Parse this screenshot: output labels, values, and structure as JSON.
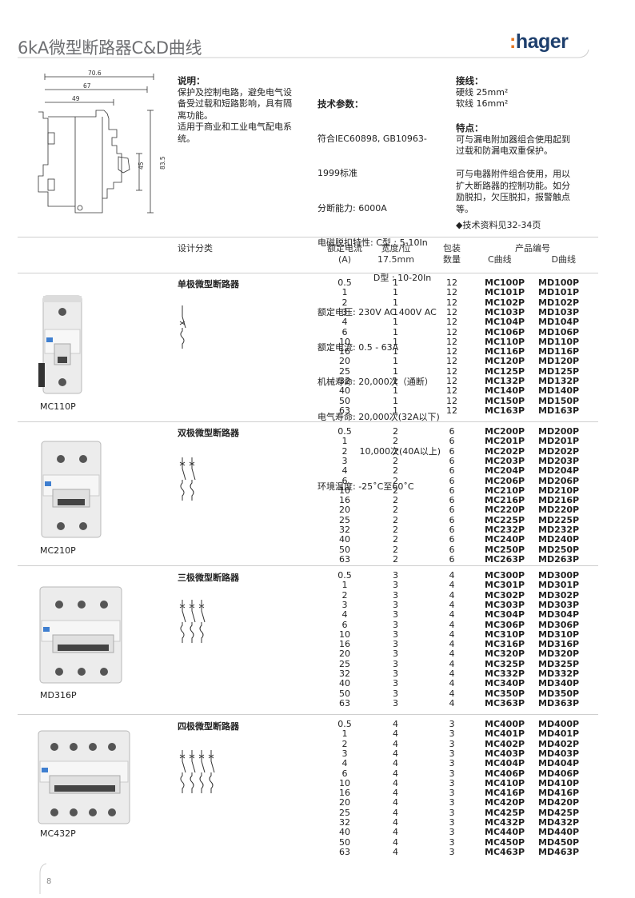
{
  "page": {
    "title": "6kA微型断路器C&D曲线",
    "logo": ":hager",
    "number": "8"
  },
  "dims": {
    "w706": "70.6",
    "w67": "67",
    "w49": "49",
    "h45": "45",
    "h835": "83.5"
  },
  "desc": {
    "heading": "说明：",
    "lines": [
      "保护及控制电路，避免电气设",
      "备受过载和短路影响，具有隔",
      "离功能。",
      "适用于商业和工业电气配电系",
      "统。"
    ]
  },
  "tech": {
    "heading": "技术参数：",
    "lines": [
      "符合IEC60898, GB10963-",
      "1999标准",
      "分断能力: 6000A",
      "电磁脱扣特性: C型 : 5-10In",
      "                    D型 : 10-20In",
      "额定电压: 230V AC 400V AC",
      "额定电流: 0.5 - 63A",
      "机械寿命: 20,000次（通断）",
      "电气寿命: 20,000次(32A以下)",
      "               10,000次(40A以上)",
      "环境温度: -25˚C至60˚C"
    ]
  },
  "wiring": {
    "heading": "接线：",
    "line1": "硬线 25mm²",
    "line2": "软线 16mm²"
  },
  "features": {
    "heading": "特点：",
    "lines": [
      "可与漏电附加器组合使用起到",
      "过载和防漏电双重保护。",
      "",
      "可与电器附件组合使用，用以",
      "扩大断路器的控制功能。如分",
      "励脱扣，欠压脱扣，报警触点",
      "等。"
    ],
    "ref": "◆技术资料见32-34页"
  },
  "table_head": {
    "design": "设计分类",
    "current": [
      "额定电流",
      "(A)"
    ],
    "width": [
      "宽度/位",
      "17.5mm"
    ],
    "pack": [
      "包装",
      "数量"
    ],
    "code": "产品编号",
    "ccurve": "C曲线",
    "dcurve": "D曲线"
  },
  "sections": [
    {
      "title": "单极微型断路器",
      "product": "MC110P",
      "width": "1",
      "pack": "12",
      "rows": [
        [
          "0.5",
          "MC100P",
          "MD100P"
        ],
        [
          "1",
          "MC101P",
          "MD101P"
        ],
        [
          "2",
          "MC102P",
          "MD102P"
        ],
        [
          "3",
          "MC103P",
          "MD103P"
        ],
        [
          "4",
          "MC104P",
          "MD104P"
        ],
        [
          "6",
          "MC106P",
          "MD106P"
        ],
        [
          "10",
          "MC110P",
          "MD110P"
        ],
        [
          "16",
          "MC116P",
          "MD116P"
        ],
        [
          "20",
          "MC120P",
          "MD120P"
        ],
        [
          "25",
          "MC125P",
          "MD125P"
        ],
        [
          "32",
          "MC132P",
          "MD132P"
        ],
        [
          "40",
          "MC140P",
          "MD140P"
        ],
        [
          "50",
          "MC150P",
          "MD150P"
        ],
        [
          "63",
          "MC163P",
          "MD163P"
        ]
      ]
    },
    {
      "title": "双极微型断路器",
      "product": "MC210P",
      "width": "2",
      "pack": "6",
      "rows": [
        [
          "0.5",
          "MC200P",
          "MD200P"
        ],
        [
          "1",
          "MC201P",
          "MD201P"
        ],
        [
          "2",
          "MC202P",
          "MD202P"
        ],
        [
          "3",
          "MC203P",
          "MD203P"
        ],
        [
          "4",
          "MC204P",
          "MD204P"
        ],
        [
          "6",
          "MC206P",
          "MD206P"
        ],
        [
          "10",
          "MC210P",
          "MD210P"
        ],
        [
          "16",
          "MC216P",
          "MD216P"
        ],
        [
          "20",
          "MC220P",
          "MD220P"
        ],
        [
          "25",
          "MC225P",
          "MD225P"
        ],
        [
          "32",
          "MC232P",
          "MD232P"
        ],
        [
          "40",
          "MC240P",
          "MD240P"
        ],
        [
          "50",
          "MC250P",
          "MD250P"
        ],
        [
          "63",
          "MC263P",
          "MD263P"
        ]
      ]
    },
    {
      "title": "三极微型断路器",
      "product": "MD316P",
      "width": "3",
      "pack": "4",
      "rows": [
        [
          "0.5",
          "MC300P",
          "MD300P"
        ],
        [
          "1",
          "MC301P",
          "MD301P"
        ],
        [
          "2",
          "MC302P",
          "MD302P"
        ],
        [
          "3",
          "MC303P",
          "MD303P"
        ],
        [
          "4",
          "MC304P",
          "MD304P"
        ],
        [
          "6",
          "MC306P",
          "MD306P"
        ],
        [
          "10",
          "MC310P",
          "MD310P"
        ],
        [
          "16",
          "MC316P",
          "MD316P"
        ],
        [
          "20",
          "MC320P",
          "MD320P"
        ],
        [
          "25",
          "MC325P",
          "MD325P"
        ],
        [
          "32",
          "MC332P",
          "MD332P"
        ],
        [
          "40",
          "MC340P",
          "MD340P"
        ],
        [
          "50",
          "MC350P",
          "MD350P"
        ],
        [
          "63",
          "MC363P",
          "MD363P"
        ]
      ]
    },
    {
      "title": "四极微型断路器",
      "product": "MC432P",
      "width": "4",
      "pack": "3",
      "rows": [
        [
          "0.5",
          "MC400P",
          "MD400P"
        ],
        [
          "1",
          "MC401P",
          "MD401P"
        ],
        [
          "2",
          "MC402P",
          "MD402P"
        ],
        [
          "3",
          "MC403P",
          "MD403P"
        ],
        [
          "4",
          "MC404P",
          "MD404P"
        ],
        [
          "6",
          "MC406P",
          "MD406P"
        ],
        [
          "10",
          "MC410P",
          "MD410P"
        ],
        [
          "16",
          "MC416P",
          "MD416P"
        ],
        [
          "20",
          "MC420P",
          "MD420P"
        ],
        [
          "25",
          "MC425P",
          "MD425P"
        ],
        [
          "32",
          "MC432P",
          "MD432P"
        ],
        [
          "40",
          "MC440P",
          "MD440P"
        ],
        [
          "50",
          "MC450P",
          "MD450P"
        ],
        [
          "63",
          "MC463P",
          "MD463P"
        ]
      ]
    }
  ],
  "colors": {
    "brand": "#1e3f6d",
    "accent": "#e5751f",
    "rule": "#cfcfcf"
  }
}
